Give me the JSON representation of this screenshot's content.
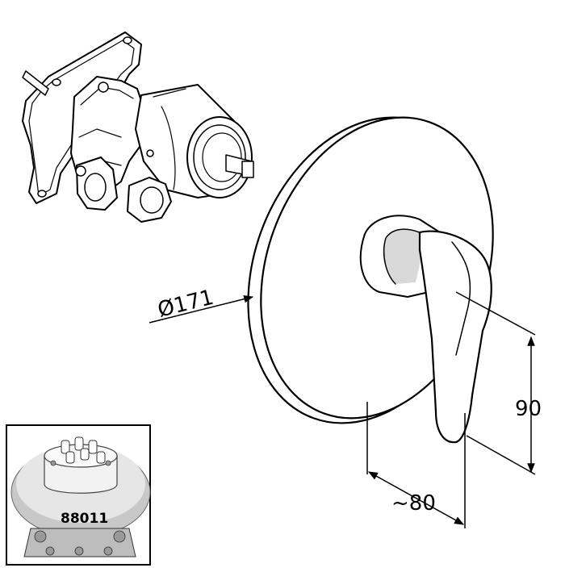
{
  "dimensions": {
    "diameter": "Ø171",
    "depth": "~80",
    "height": "90"
  },
  "inset": {
    "part_number": "88011"
  },
  "colors": {
    "line": "#000000",
    "fill": "#ffffff",
    "shade": "#d9d9d9",
    "inset_shade": "#c8c8c8"
  }
}
